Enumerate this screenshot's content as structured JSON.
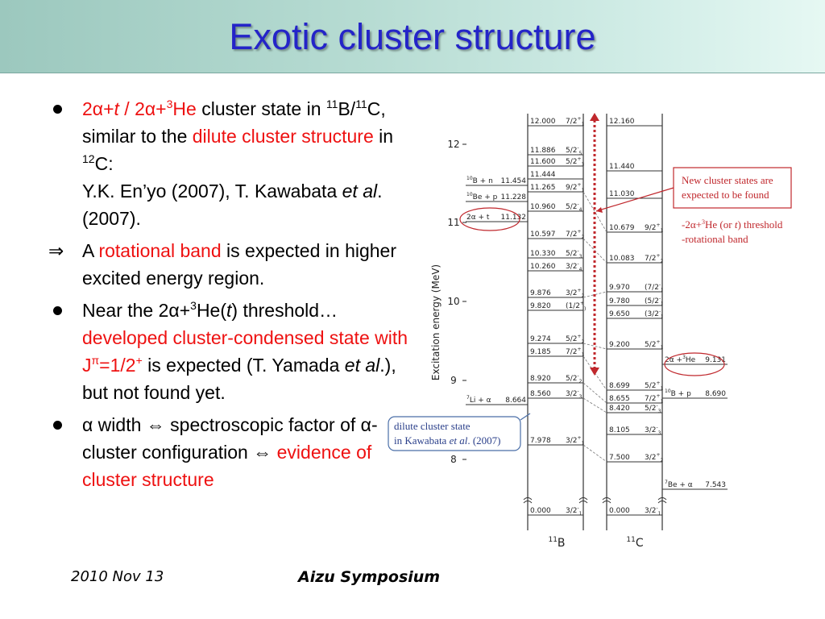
{
  "slide": {
    "title": "Exotic cluster structure",
    "footer_date": "2010 Nov 13",
    "footer_event": "Aizu Symposium"
  },
  "bullets": {
    "b1": {
      "a": "2α+",
      "b": "t",
      "c": " / 2α+",
      "d": "3",
      "e": "He",
      "f": " cluster  state in ",
      "g": "11",
      "h": "B/",
      "i": "11",
      "j": "C, similar to the ",
      "k": "dilute cluster structure",
      "l": " in ",
      "m": "12",
      "n": "C:",
      "o": "Y.K. En’yo (2007), T. Kawabata ",
      "p": "et al",
      "q": ". (2007)."
    },
    "b2": {
      "arrow": "⇒",
      "a": " A ",
      "b": "rotational band",
      "c": " is expected in higher excited energy region."
    },
    "b3": {
      "a": "Near the 2α+",
      "b": "3",
      "c": "He(",
      "d": "t",
      "e": ") threshold… ",
      "f": "developed cluster-condensed state with J",
      "g": "π",
      "h": "=1/2",
      "i": "+",
      "j": " is expected (T. Yamada ",
      "k": "et al",
      "l": ".), but not found yet."
    },
    "b4": {
      "a": "α width  ⇔ spectroscopic factor of α-cluster configuration ⇔ ",
      "b": "evidence of cluster structure"
    }
  },
  "diagram": {
    "ylabel": "Excitation energy (MeV)",
    "yticks": [
      "12",
      "11",
      "10",
      "9",
      "8"
    ],
    "nucleus_b": "B",
    "nucleus_b_mass": "11",
    "nucleus_c": "C",
    "nucleus_c_mass": "11",
    "levels_b": [
      {
        "e": "12.000",
        "j": "7/2",
        "s": "+",
        "n": "1"
      },
      {
        "e": "11.886",
        "j": "5/2",
        "s": "-",
        "n": "5"
      },
      {
        "e": "11.600",
        "j": "5/2",
        "s": "+",
        "n": "3"
      },
      {
        "e": "11.444",
        "j": "",
        "s": "",
        "n": ""
      },
      {
        "e": "11.265",
        "j": "9/2",
        "s": "+",
        "n": "1"
      },
      {
        "e": "10.960",
        "j": "5/2",
        "s": "-",
        "n": "4"
      },
      {
        "e": "10.597",
        "j": "7/2",
        "s": "+",
        "n": "2"
      },
      {
        "e": "10.330",
        "j": "5/2",
        "s": "-",
        "n": "3"
      },
      {
        "e": "10.260",
        "j": "3/2",
        "s": "-",
        "n": "4"
      },
      {
        "e": "9.876",
        "j": "3/2",
        "s": "+",
        "n": "2"
      },
      {
        "e": "9.820",
        "j": "(1/2",
        "s": "+",
        "n": ")"
      },
      {
        "e": "9.274",
        "j": "5/2",
        "s": "+",
        "n": "2"
      },
      {
        "e": "9.185",
        "j": "7/2",
        "s": "+",
        "n": "1"
      },
      {
        "e": "8.920",
        "j": "5/2",
        "s": "-",
        "n": "2"
      },
      {
        "e": "8.560",
        "j": "3/2",
        "s": "-",
        "n": "3"
      },
      {
        "e": "7.978",
        "j": "3/2",
        "s": "+",
        "n": "1"
      },
      {
        "e": "0.000",
        "j": "3/2",
        "s": "-",
        "n": "1"
      }
    ],
    "levels_c": [
      {
        "e": "12.160",
        "j": "",
        "s": "",
        "n": ""
      },
      {
        "e": "11.440",
        "j": "",
        "s": "",
        "n": ""
      },
      {
        "e": "11.030",
        "j": "",
        "s": "",
        "n": ""
      },
      {
        "e": "10.679",
        "j": "9/2",
        "s": "+",
        "n": "1"
      },
      {
        "e": "10.083",
        "j": "7/2",
        "s": "+",
        "n": "2"
      },
      {
        "e": "9.970",
        "j": "(7/2",
        "s": "-",
        "n": ")"
      },
      {
        "e": "9.780",
        "j": "(5/2",
        "s": "-",
        "n": ")"
      },
      {
        "e": "9.650",
        "j": "(3/2",
        "s": "-",
        "n": ")"
      },
      {
        "e": "9.200",
        "j": "5/2",
        "s": "+",
        "n": "1"
      },
      {
        "e": "8.699",
        "j": "5/2",
        "s": "+",
        "n": "1"
      },
      {
        "e": "8.655",
        "j": "7/2",
        "s": "+",
        "n": "1"
      },
      {
        "e": "8.420",
        "j": "5/2",
        "s": "-",
        "n": "3"
      },
      {
        "e": "8.105",
        "j": "3/2",
        "s": "-",
        "n": "3"
      },
      {
        "e": "7.500",
        "j": "3/2",
        "s": "+",
        "n": "2"
      },
      {
        "e": "0.000",
        "j": "3/2",
        "s": "-",
        "n": "1"
      }
    ],
    "thresholds_b": [
      {
        "mass": "10",
        "label": "B + n",
        "e": "11.454"
      },
      {
        "mass": "10",
        "label": "Be + p",
        "e": "11.228"
      },
      {
        "mass": "",
        "label": "2α + t",
        "e": "11.132"
      },
      {
        "mass": "7",
        "label": "Li + α",
        "e": "8.664"
      }
    ],
    "thresholds_c": [
      {
        "mass": "3",
        "label": "2α +",
        "tail": "He",
        "e": "9.131"
      },
      {
        "mass": "10",
        "label": "B + p",
        "tail": "",
        "e": "8.690"
      },
      {
        "mass": "7",
        "label": "Be + α",
        "tail": "",
        "e": "7.543"
      }
    ],
    "callout_new": [
      "New cluster states are",
      "expected to be found"
    ],
    "callout_band": {
      "a": "-2α+",
      "b": "3",
      "c": "He (or ",
      "d": "t",
      "e": ") threshold",
      "f": "-rotational band"
    },
    "callout_dilute": {
      "a": "dilute cluster state",
      "b": "in Kawabata ",
      "c": "et al",
      "d": ". (2007)"
    },
    "colors": {
      "red": "#c0282d",
      "blue_box": "#4a6ea8",
      "title": "#2424c8",
      "emph": "#ee1111"
    }
  }
}
